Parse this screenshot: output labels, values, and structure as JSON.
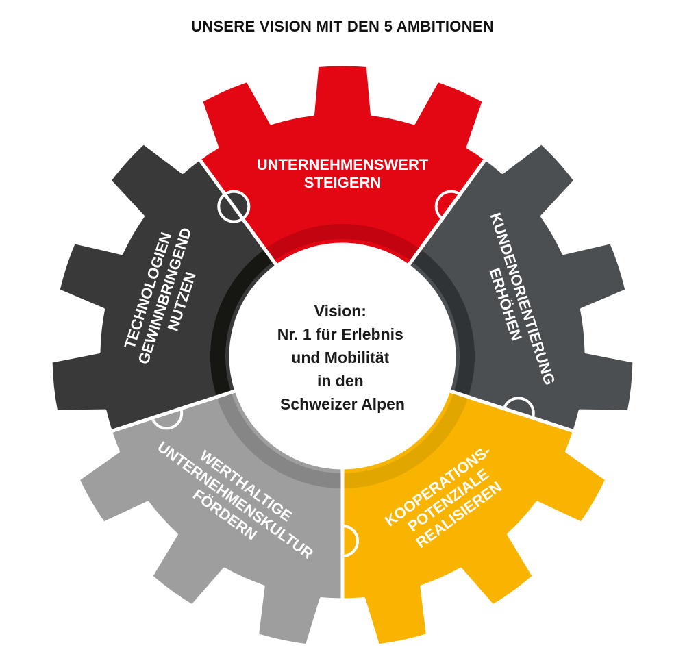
{
  "title": "UNSERE VISION MIT DEN 5 AMBITIONEN",
  "vision": {
    "lines": [
      "Vision:",
      "Nr. 1 für Erlebnis",
      "und Mobilität",
      "in den",
      "Schweizer Alpen"
    ]
  },
  "segments": [
    {
      "name": "unternehmenswert",
      "lines": [
        "UNTERNEHMENSWERT",
        "STEIGERN"
      ],
      "color": "#e30613",
      "ring": "#c20410"
    },
    {
      "name": "kundenorientierung",
      "lines": [
        "KUNDENORIENTIERUNG",
        "ERHÖHEN"
      ],
      "color": "#4b4f52",
      "ring": "#303335"
    },
    {
      "name": "kooperationspotenziale",
      "lines": [
        "KOOPERATIONS-",
        "POTENZIALE",
        "REALISIEREN"
      ],
      "color": "#f8b400",
      "ring": "#e2a600"
    },
    {
      "name": "unternehmenskultur",
      "lines": [
        "WERTHALTIGE",
        "UNTERNEHMENSKULTUR",
        "FÖRDERN"
      ],
      "color": "#9d9e9d",
      "ring": "#858685"
    },
    {
      "name": "technologien",
      "lines": [
        "TECHNOLOGIEN",
        "GEWINNBRINGEND",
        "NUTZEN"
      ],
      "color": "#393939",
      "ring": "#161612"
    }
  ]
}
